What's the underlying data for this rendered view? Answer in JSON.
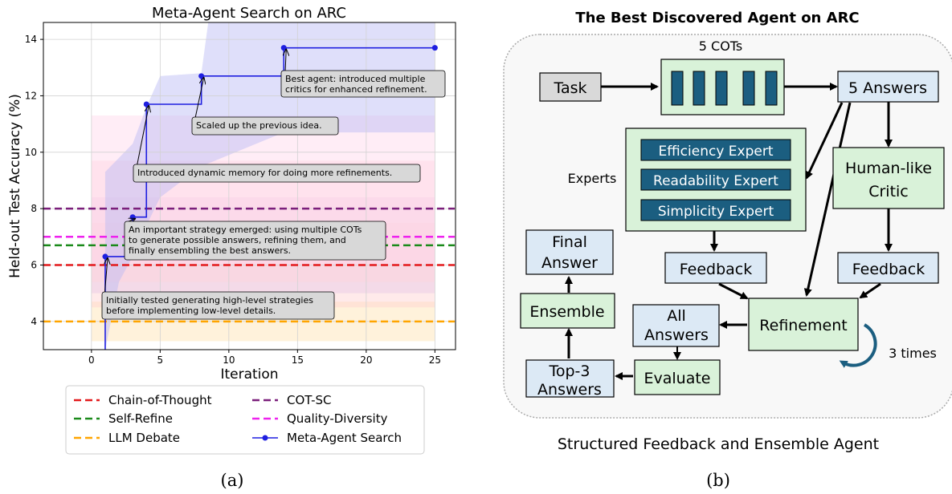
{
  "chart_data": {
    "type": "line",
    "title": "Meta-Agent Search on ARC",
    "xlabel": "Iteration",
    "ylabel": "Held-out Test Accuracy (%)",
    "xlim": [
      -3.5,
      26.5
    ],
    "ylim": [
      3.0,
      14.6
    ],
    "xticks": [
      0,
      5,
      10,
      15,
      20,
      25
    ],
    "yticks": [
      4,
      6,
      8,
      10,
      12,
      14
    ],
    "grid": true,
    "legend_position": "bottom-outside",
    "baselines": [
      {
        "name": "Chain-of-Thought",
        "value": 6.0,
        "color": "#e31a1c"
      },
      {
        "name": "COT-SC",
        "value": 8.0,
        "color": "#7b1f7b"
      },
      {
        "name": "Self-Refine",
        "value": 6.7,
        "color": "#1a8a1a"
      },
      {
        "name": "Quality-Diversity",
        "value": 7.0,
        "color": "#ee22ee"
      },
      {
        "name": "LLM Debate",
        "value": 4.0,
        "color": "#ffa500"
      }
    ],
    "bands": [
      {
        "from": 3.3,
        "to": 4.7,
        "color": "#ffe2b0"
      },
      {
        "from": 4.5,
        "to": 7.5,
        "color": "#ffd0d0"
      },
      {
        "from": 5.0,
        "to": 8.4,
        "color": "#e6c8e6"
      },
      {
        "from": 5.4,
        "to": 9.7,
        "color": "#ffd2dc"
      },
      {
        "from": 6.0,
        "to": 11.3,
        "color": "#ffd8ec"
      }
    ],
    "ci_upper": [
      [
        1,
        9.3
      ],
      [
        2,
        9.8
      ],
      [
        3,
        10.3
      ],
      [
        4,
        11.6
      ],
      [
        5,
        12.7
      ],
      [
        8,
        12.8
      ],
      [
        8.5,
        14.6
      ],
      [
        25,
        14.6
      ]
    ],
    "ci_lower": [
      [
        25,
        10.7
      ],
      [
        14,
        10.7
      ],
      [
        8,
        9.5
      ],
      [
        5,
        8.4
      ],
      [
        4,
        7.4
      ],
      [
        3,
        6.3
      ],
      [
        2,
        5.4
      ],
      [
        1,
        3.0
      ]
    ],
    "series": [
      {
        "name": "Meta-Agent Search",
        "color": "#1f1fe0",
        "step_x": [
          1,
          1,
          3,
          3,
          4,
          4,
          8,
          8,
          14,
          14,
          25
        ],
        "step_y": [
          3.0,
          6.3,
          6.3,
          7.7,
          7.7,
          11.7,
          11.7,
          12.7,
          12.7,
          13.7,
          13.7
        ],
        "markers": [
          [
            1,
            6.3
          ],
          [
            3,
            7.7
          ],
          [
            4,
            11.7
          ],
          [
            8,
            12.7
          ],
          [
            14,
            13.7
          ],
          [
            25,
            13.7
          ]
        ]
      }
    ],
    "annotations": [
      {
        "lines": [
          "Best agent: introduced multiple",
          "critics for enhanced refinement."
        ],
        "target": [
          14,
          13.7
        ]
      },
      {
        "lines": [
          "Scaled up the previous idea."
        ],
        "target": [
          8,
          12.7
        ]
      },
      {
        "lines": [
          "Introduced dynamic memory for doing more refinements."
        ],
        "target": [
          4,
          11.7
        ]
      },
      {
        "lines": [
          "An important strategy emerged: using multiple COTs",
          "to generate possible answers, refining them, and",
          "finally ensembling the best answers."
        ],
        "target": [
          3,
          7.7
        ]
      },
      {
        "lines": [
          "Initially tested generating high-level strategies",
          "before implementing low-level details."
        ],
        "target": [
          1,
          6.3
        ]
      }
    ],
    "legend_entries": [
      "Chain-of-Thought",
      "COT-SC",
      "Self-Refine",
      "Quality-Diversity",
      "LLM Debate",
      "Meta-Agent Search"
    ]
  },
  "diagram": {
    "title": "The Best Discovered Agent on ARC",
    "subtitle": "Structured Feedback and Ensemble Agent",
    "cots_label": "5 COTs",
    "task": "Task",
    "answers5": "5 Answers",
    "experts_label": "Experts",
    "experts": [
      "Efficiency Expert",
      "Readability Expert",
      "Simplicity Expert"
    ],
    "critic": [
      "Human-like",
      "Critic"
    ],
    "feedback_left": "Feedback",
    "feedback_right": "Feedback",
    "refinement": "Refinement",
    "all_answers": [
      "All",
      "Answers"
    ],
    "evaluate": "Evaluate",
    "top3": [
      "Top-3",
      "Answers"
    ],
    "ensemble": "Ensemble",
    "final": [
      "Final",
      "Answer"
    ],
    "times": "3 times",
    "colors": {
      "green": "#d9f2d9",
      "blue": "#dce9f5",
      "gray": "#d9d9d9",
      "teal": "#1b5e80"
    }
  },
  "captions": {
    "a": "(a)",
    "b": "(b)"
  }
}
